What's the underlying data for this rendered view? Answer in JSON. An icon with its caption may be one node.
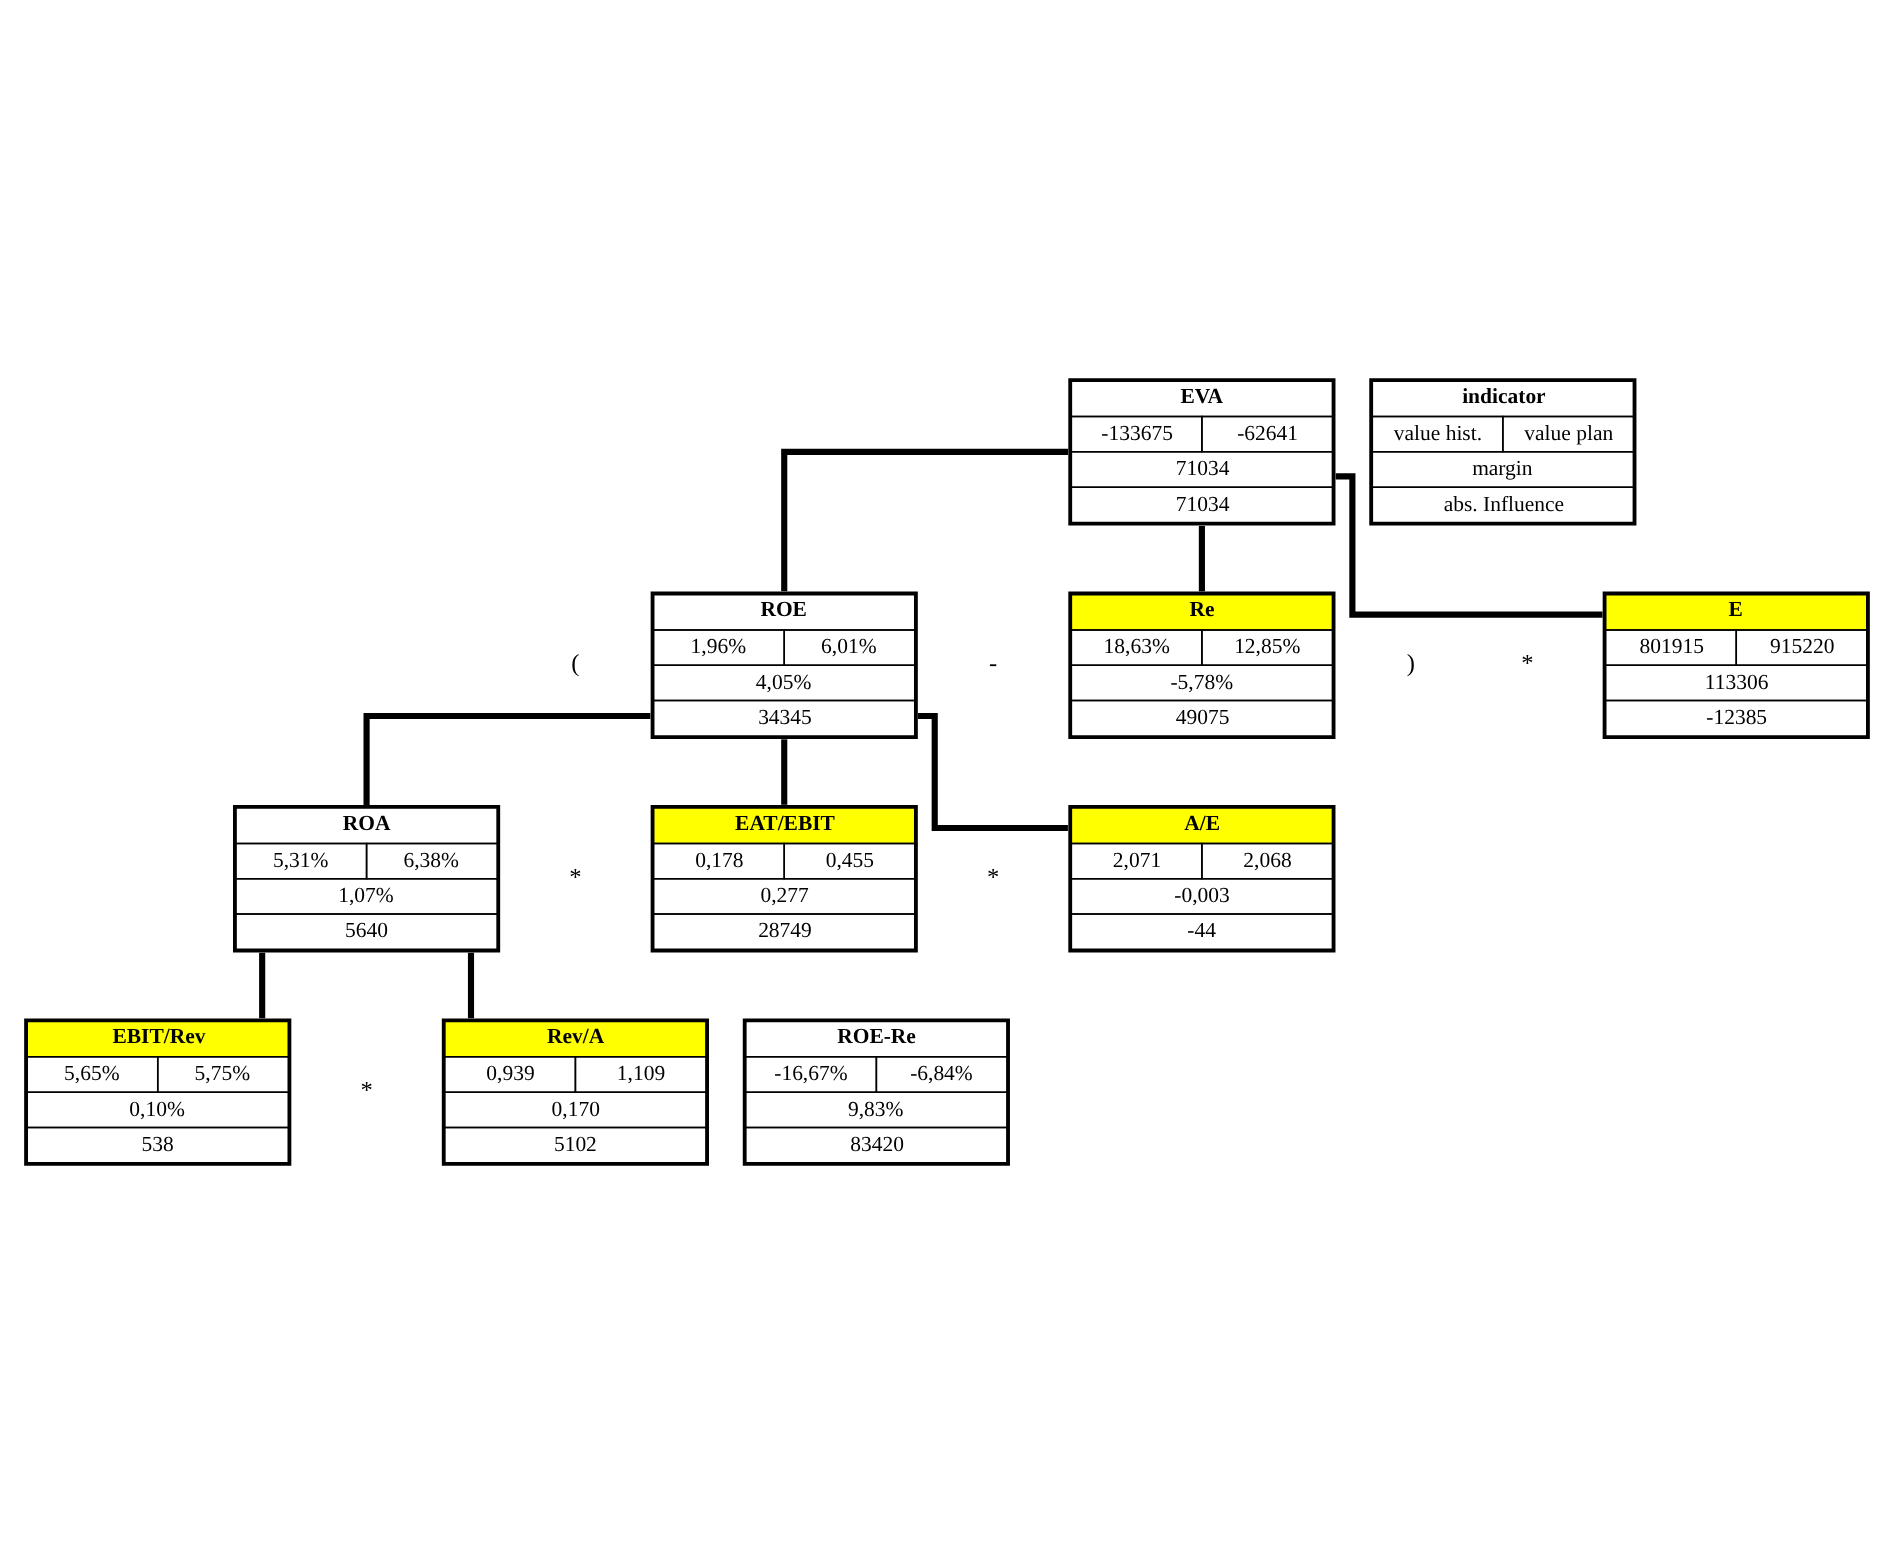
{
  "diagram": {
    "nodes": [
      {
        "text": [
          "EVA",
          "-133675",
          "-62641",
          "71034",
          "71034"
        ]
      },
      {
        "text": [
          "indicator",
          "value hist.",
          "value plan",
          "margin",
          "abs. Influence"
        ]
      },
      {
        "text": [
          "ROE",
          "1,96%",
          "6,01%",
          "4,05%",
          "34345"
        ]
      },
      {
        "text": [
          "Re",
          "18,63%",
          "12,85%",
          "-5,78%",
          "49075"
        ]
      },
      {
        "text": [
          "E",
          "801915",
          "915220",
          "113306",
          "-12385"
        ]
      },
      {
        "text": [
          "ROA",
          "5,31%",
          "6,38%",
          "1,07%",
          "5640"
        ]
      },
      {
        "text": [
          "EAT/EBIT",
          "0,178",
          "0,455",
          "0,277",
          "28749"
        ]
      },
      {
        "text": [
          "A/E",
          "2,071",
          "2,068",
          "-0,003",
          "-44"
        ]
      },
      {
        "text": [
          "EBIT/Rev",
          "5,65%",
          "5,75%",
          "0,10%",
          "538"
        ]
      },
      {
        "text": [
          "Rev/A",
          "0,939",
          "1,109",
          "0,170",
          "5102"
        ]
      },
      {
        "text": [
          "ROE-Re",
          "-16,67%",
          "-6,84%",
          "9,83%",
          "83420"
        ]
      }
    ],
    "edges": [
      {
        "from": 0,
        "to": 2,
        "arrow": "none"
      },
      {
        "from": 0,
        "to": 3,
        "arrow": "none"
      },
      {
        "from": 0,
        "to": 4,
        "arrow": "none"
      },
      {
        "from": 2,
        "to": 5,
        "arrow": "none"
      },
      {
        "from": 2,
        "to": 6,
        "arrow": "none"
      },
      {
        "from": 2,
        "to": 7,
        "arrow": "none"
      },
      {
        "from": 5,
        "to": 8,
        "arrow": "none"
      },
      {
        "from": 5,
        "to": 9,
        "arrow": "none"
      }
    ],
    "labels": [
      "(",
      "-",
      ")",
      "*",
      "*",
      "*",
      "*"
    ]
  }
}
